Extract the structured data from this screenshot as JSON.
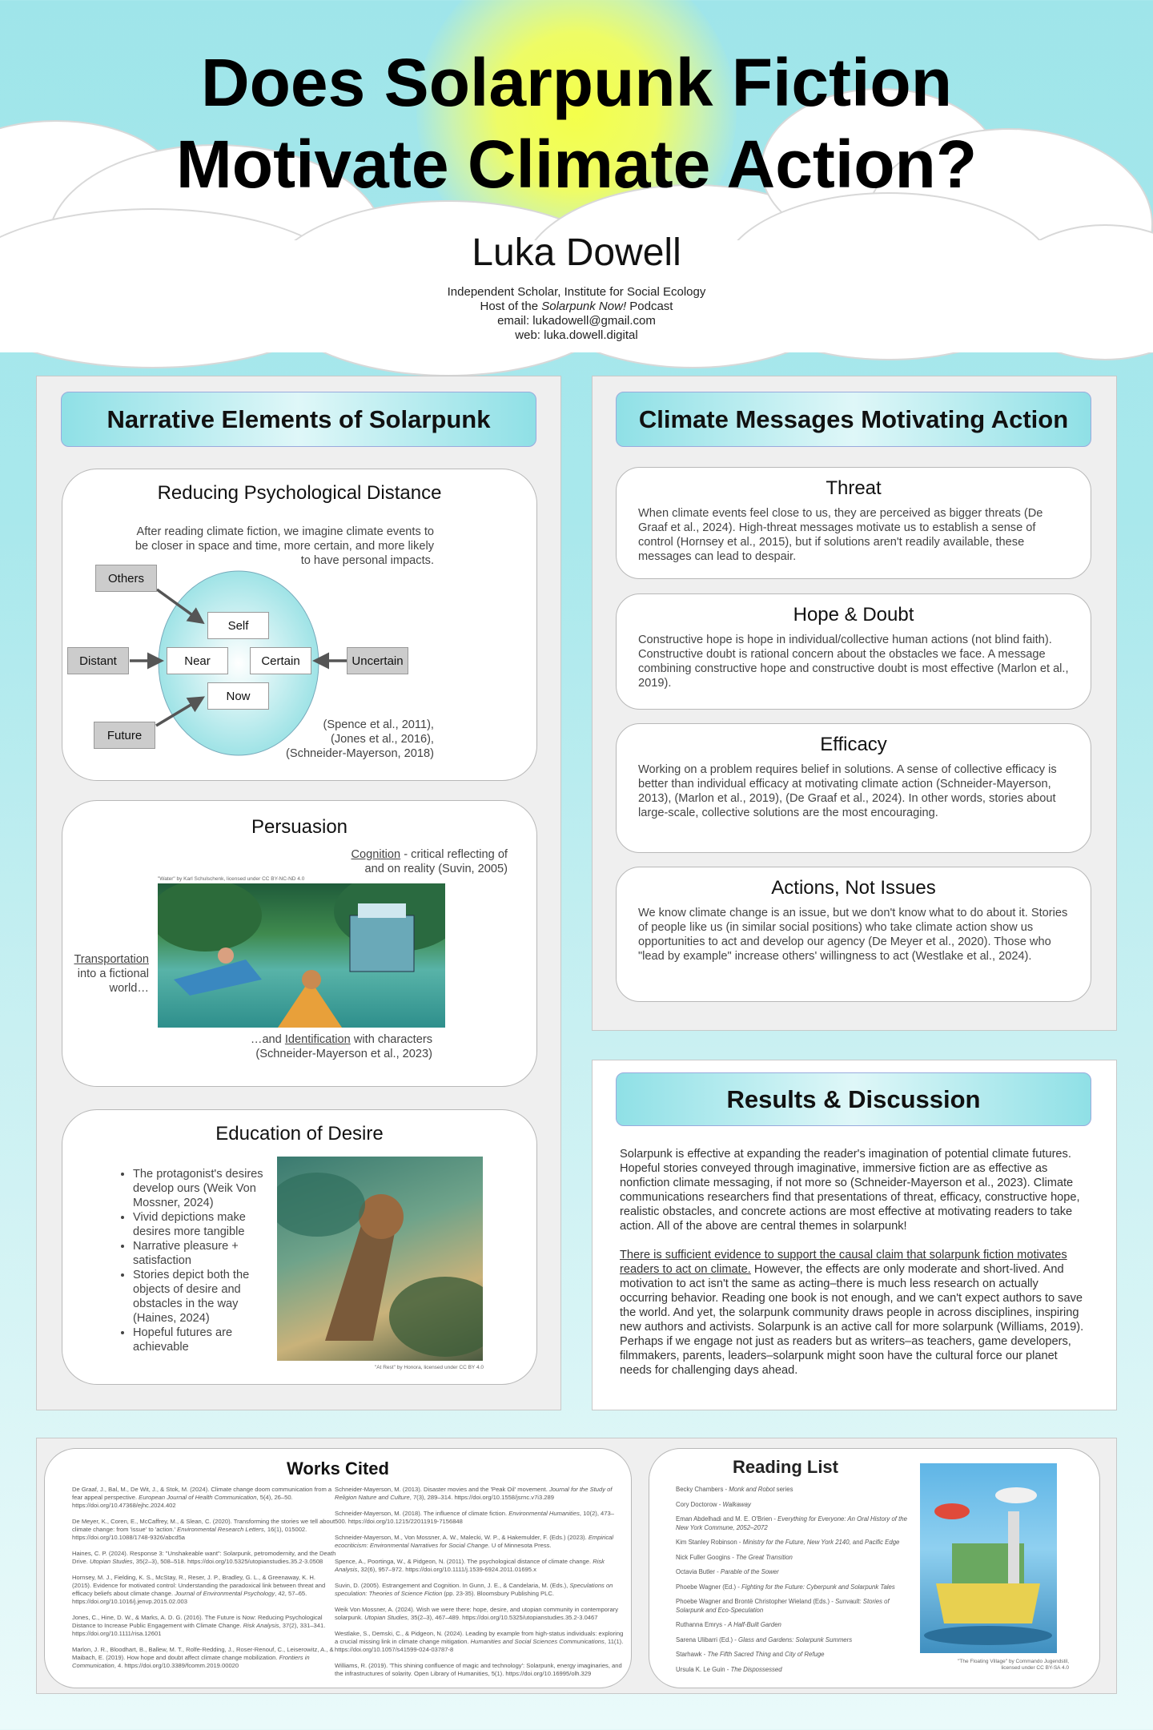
{
  "header": {
    "title_line1": "Does Solarpunk Fiction",
    "title_line2": "Motivate Climate Action?",
    "author": "Luka Dowell",
    "affiliation": "Independent Scholar, Institute for Social Ecology",
    "host_pre": "Host of the ",
    "host_italic": "Solarpunk Now!",
    "host_post": " Podcast",
    "email": "email: lukadowell@gmail.com",
    "web": "web: luka.dowell.digital"
  },
  "left": {
    "header": "Narrative Elements of Solarpunk",
    "distance": {
      "title": "Reducing Psychological Distance",
      "text": "After reading climate fiction, we imagine climate events to be closer in space and time, more certain, and more likely to have personal impacts.",
      "inner": {
        "self": "Self",
        "near": "Near",
        "certain": "Certain",
        "now": "Now"
      },
      "outer": {
        "others": "Others",
        "distant": "Distant",
        "uncertain": "Uncertain",
        "future": "Future"
      },
      "citations": [
        "(Spence et al., 2011),",
        "(Jones et al., 2016),",
        "(Schneider-Mayerson, 2018)"
      ]
    },
    "persuasion": {
      "title": "Persuasion",
      "cognition": "Cognition",
      "cognition_rest": " - critical reflecting of and on reality (Suvin, 2005)",
      "image_caption": "\"Water\" by Karl Schulschenk, licensed under CC BY-NC-ND 4.0",
      "transportation": "Transportation",
      "transportation_rest": " into a fictional world…",
      "identification_pre": "…and ",
      "identification": "Identification",
      "identification_rest": " with characters (Schneider-Mayerson et al., 2023)"
    },
    "desire": {
      "title": "Education of Desire",
      "bullets": [
        "The protagonist's desires develop ours (Weik Von Mossner, 2024)",
        "Vivid depictions make desires more tangible",
        "Narrative pleasure + satisfaction",
        "Stories depict both the objects of desire and obstacles in the way (Haines, 2024)",
        "Hopeful futures are achievable"
      ],
      "image_caption": "\"At Rest\" by Honora, licensed under CC BY 4.0"
    }
  },
  "right": {
    "header": "Climate Messages Motivating Action",
    "cards": [
      {
        "title": "Threat",
        "text": "When climate events feel close to us, they are perceived as bigger threats (De Graaf et al., 2024). High-threat messages motivate us to establish a sense of control (Hornsey et al., 2015), but if solutions aren't readily available, these messages can lead to despair."
      },
      {
        "title": "Hope & Doubt",
        "text": "Constructive hope is hope in individual/collective human actions (not blind faith). Constructive doubt is rational concern about the obstacles we face. A message combining constructive hope and constructive doubt is most effective (Marlon et al., 2019)."
      },
      {
        "title": "Efficacy",
        "text": "Working on a problem requires belief in solutions. A sense of collective efficacy is better than individual efficacy at motivating climate action (Schneider-Mayerson, 2013), (Marlon et al., 2019), (De Graaf et al., 2024). In other words, stories about large-scale, collective solutions are the most encouraging."
      },
      {
        "title": "Actions, Not Issues",
        "text": "We know climate change is an issue, but we don't know what to do about it. Stories of people like us (in similar social positions) who take climate action show us opportunities to act and develop our agency (De Meyer et al., 2020). Those who \"lead by example\" increase others' willingness to act (Westlake et al., 2024)."
      }
    ]
  },
  "results": {
    "header": "Results & Discussion",
    "p1": "Solarpunk is effective at expanding the reader's imagination of potential climate futures. Hopeful stories conveyed through imaginative, immersive fiction are as effective as nonfiction climate messaging, if not more so (Schneider-Mayerson et al., 2023). Climate communications researchers find that presentations of threat, efficacy, constructive hope, realistic obstacles, and concrete actions are most effective at motivating readers to take action. All of the above are central themes in solarpunk!",
    "p2_underlined": "There is sufficient evidence to support the causal claim that solarpunk fiction motivates readers to act on climate.",
    "p2_rest": " However, the effects are only moderate and short-lived. And motivation to act isn't the same as acting–there is much less research on actually occurring behavior. Reading one book is not enough, and we can't expect authors to save the world. And yet, the solarpunk community draws people in across disciplines, inspiring new authors and activists. Solarpunk is an active call for more solarpunk (Williams, 2019). Perhaps if we engage not just as readers but as writers–as teachers, game developers, filmmakers, parents, leaders–solarpunk might soon have the cultural force our planet needs for challenging days ahead."
  },
  "works_cited": {
    "title": "Works Cited",
    "col1": [
      {
        "a": "De Graaf, J., Bal, M., De Wit, J., & Stok, M. (2024). Climate change doom communication from a fear appeal perspective. ",
        "i": "European Journal of Health Communication",
        "b": ", 5(4), 26–50. https://doi.org/10.47368/ejhc.2024.402"
      },
      {
        "a": "De Meyer, K., Coren, E., McCaffrey, M., & Slean, C. (2020). Transforming the stories we tell about climate change: from 'issue' to 'action.' ",
        "i": "Environmental Research Letters",
        "b": ", 16(1), 015002. https://doi.org/10.1088/1748-9326/abcd5a"
      },
      {
        "a": "Haines, C. P. (2024). Response 3: \"Unshakeable want\": Solarpunk, petromodernity, and the Death Drive. ",
        "i": "Utopian Studies",
        "b": ", 35(2–3), 508–518. https://doi.org/10.5325/utopianstudies.35.2-3.0508"
      },
      {
        "a": "Hornsey, M. J., Fielding, K. S., McStay, R., Reser, J. P., Bradley, G. L., & Greenaway, K. H. (2015). Evidence for motivated control: Understanding the paradoxical link between threat and efficacy beliefs about climate change. ",
        "i": "Journal of Environmental Psychology",
        "b": ", 42, 57–65. https://doi.org/10.1016/j.jenvp.2015.02.003"
      },
      {
        "a": "Jones, C., Hine, D. W., & Marks, A. D. G. (2016). The Future is Now: Reducing Psychological Distance to Increase Public Engagement with Climate Change. ",
        "i": "Risk Analysis",
        "b": ", 37(2), 331–341. https://doi.org/10.1111/risa.12601"
      },
      {
        "a": "Marlon, J. R., Bloodhart, B., Ballew, M. T., Rolfe-Redding, J., Roser-Renouf, C., Leiserowitz, A., & Maibach, E. (2019). How hope and doubt affect climate change mobilization. ",
        "i": "Frontiers in Communication",
        "b": ", 4. https://doi.org/10.3389/fcomm.2019.00020"
      }
    ],
    "col2": [
      {
        "a": "Schneider-Mayerson, M. (2013). Disaster movies and the 'Peak Oil' movement. ",
        "i": "Journal for the Study of Religion Nature and Culture",
        "b": ", 7(3), 289–314. https://doi.org/10.1558/jsrnc.v7i3.289"
      },
      {
        "a": "Schneider-Mayerson, M. (2018). The influence of climate fiction. ",
        "i": "Environmental Humanities",
        "b": ", 10(2), 473–500. https://doi.org/10.1215/22011919-7156848"
      },
      {
        "a": "Schneider-Mayerson, M., Von Mossner, A. W., Malecki, W. P., & Hakemulder, F. (Eds.) (2023). ",
        "i": "Empirical ecocriticism: Environmental Narratives for Social Change",
        "b": ". U of Minnesota Press."
      },
      {
        "a": "Spence, A., Poortinga, W., & Pidgeon, N. (2011). The psychological distance of climate change. ",
        "i": "Risk Analysis",
        "b": ", 32(6), 957–972. https://doi.org/10.1111/j.1539-6924.2011.01695.x"
      },
      {
        "a": "Suvin, D. (2005). Estrangement and Cognition. In Gunn, J. E., & Candelaria, M. (Eds.), ",
        "i": "Speculations on speculation: Theories of Science Fiction",
        "b": " (pp. 23-35). Bloomsbury Publishing PLC."
      },
      {
        "a": "Weik Von Mossner, A. (2024). Wish we were there: hope, desire, and utopian community in contemporary solarpunk. ",
        "i": "Utopian Studies",
        "b": ", 35(2–3), 467–489. https://doi.org/10.5325/utopianstudies.35.2-3.0467"
      },
      {
        "a": "Westlake, S., Demski, C., & Pidgeon, N. (2024). Leading by example from high-status individuals: exploring a crucial missing link in climate change mitigation. ",
        "i": "Humanities and Social Sciences Communications",
        "b": ", 11(1). https://doi.org/10.1057/s41599-024-03787-8"
      },
      {
        "a": "Williams, R. (2019). 'This shining confluence of magic and technology': Solarpunk, energy imaginaries, and the infrastructures of solarity. Open Library of Humanities, 5(1). https://doi.org/10.16995/olh.329",
        "i": "",
        "b": ""
      }
    ]
  },
  "reading_list": {
    "title": "Reading List",
    "items": [
      {
        "a": "Becky Chambers - ",
        "i": "Monk and Robot",
        "b": " series"
      },
      {
        "a": "Cory Doctorow - ",
        "i": "Walkaway",
        "b": ""
      },
      {
        "a": "Eman Abdelhadi and M. E. O'Brien - ",
        "i": "Everything for Everyone: An Oral History of the New York Commune, 2052–2072",
        "b": ""
      },
      {
        "a": "Kim Stanley Robinson - ",
        "i": "Ministry for the Future, New York 2140,",
        "b": " and ",
        "i2": "Pacific Edge"
      },
      {
        "a": "Nick Fuller Googins - ",
        "i": "The Great Transition",
        "b": ""
      },
      {
        "a": "Octavia Butler - ",
        "i": "Parable of the Sower",
        "b": ""
      },
      {
        "a": "Phoebe Wagner (Ed.) - ",
        "i": "Fighting for the Future: Cyberpunk and Solarpunk Tales",
        "b": ""
      },
      {
        "a": "Phoebe Wagner and Brontë Christopher Wieland (Eds.) - ",
        "i": "Sunvault: Stories of Solarpunk and Eco-Speculation",
        "b": ""
      },
      {
        "a": "Ruthanna Emrys - ",
        "i": "A Half-Built Garden",
        "b": ""
      },
      {
        "a": "Sarena Ulibarri (Ed.) - ",
        "i": "Glass and Gardens: Solarpunk Summers",
        "b": ""
      },
      {
        "a": "Starhawk - ",
        "i": "The Fifth Sacred Thing",
        "b": " and ",
        "i2": "City of Refuge"
      },
      {
        "a": "Ursula K. Le Guin - ",
        "i": "The Dispossessed",
        "b": ""
      }
    ],
    "image_caption_1": "\"The Floating Village\" by Commando Jugendstil,",
    "image_caption_2": "licensed under CC BY-SA 4.0"
  }
}
